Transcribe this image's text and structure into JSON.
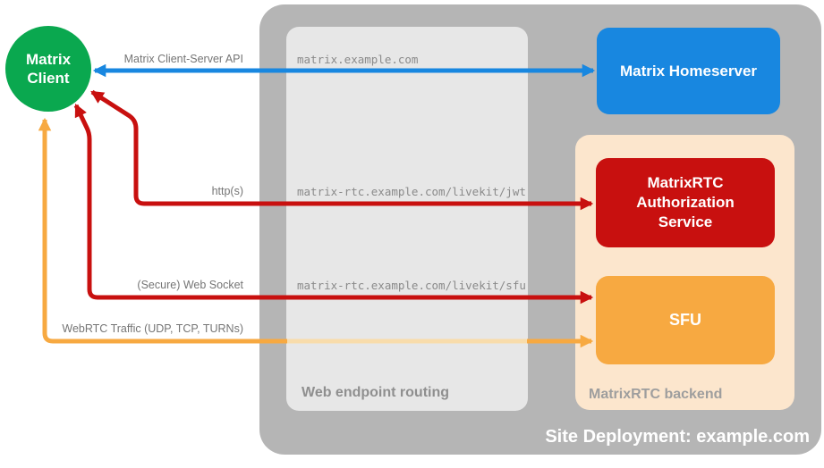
{
  "title": "Site Deployment: example.com",
  "colors": {
    "container_gray": "#b5b5b5",
    "routing_panel_gray": "#e7e7e7",
    "backend_peach": "#fce6cd",
    "client_green": "#0aa84f",
    "homeserver_blue": "#1887e0",
    "auth_red": "#c8100f",
    "sfu_orange": "#f7a941",
    "arrow_orange_faded": "#f8dcab",
    "label_gray": "#8a8a8a",
    "text_white": "#ffffff"
  },
  "nodes": {
    "client": {
      "line1": "Matrix",
      "line2": "Client"
    },
    "homeserver": {
      "label": "Matrix Homeserver"
    },
    "auth_service": {
      "label": "MatrixRTC Authorization Service"
    },
    "sfu": {
      "label": "SFU"
    }
  },
  "groups": {
    "web_endpoint_routing": {
      "label": "Web endpoint routing",
      "endpoints": [
        "matrix.example.com",
        "matrix-rtc.example.com/livekit/jwt",
        "matrix-rtc.example.com/livekit/sfu"
      ]
    },
    "matrixrtc_backend": {
      "label": "MatrixRTC backend"
    }
  },
  "connections": [
    {
      "label": "Matrix Client-Server API",
      "from": "Matrix Client",
      "to": "Matrix Homeserver",
      "color": "#1887e0",
      "via": "matrix.example.com"
    },
    {
      "label": "http(s)",
      "from": "Matrix Client",
      "to": "MatrixRTC Authorization Service",
      "color": "#c8100f",
      "via": "matrix-rtc.example.com/livekit/jwt"
    },
    {
      "label": "(Secure) Web Socket",
      "from": "Matrix Client",
      "to": "SFU",
      "color": "#c8100f",
      "via": "matrix-rtc.example.com/livekit/sfu"
    },
    {
      "label": "WebRTC Traffic (UDP, TCP, TURNs)",
      "from": "Matrix Client",
      "to": "SFU",
      "color": "#f7a941",
      "via": ""
    }
  ]
}
